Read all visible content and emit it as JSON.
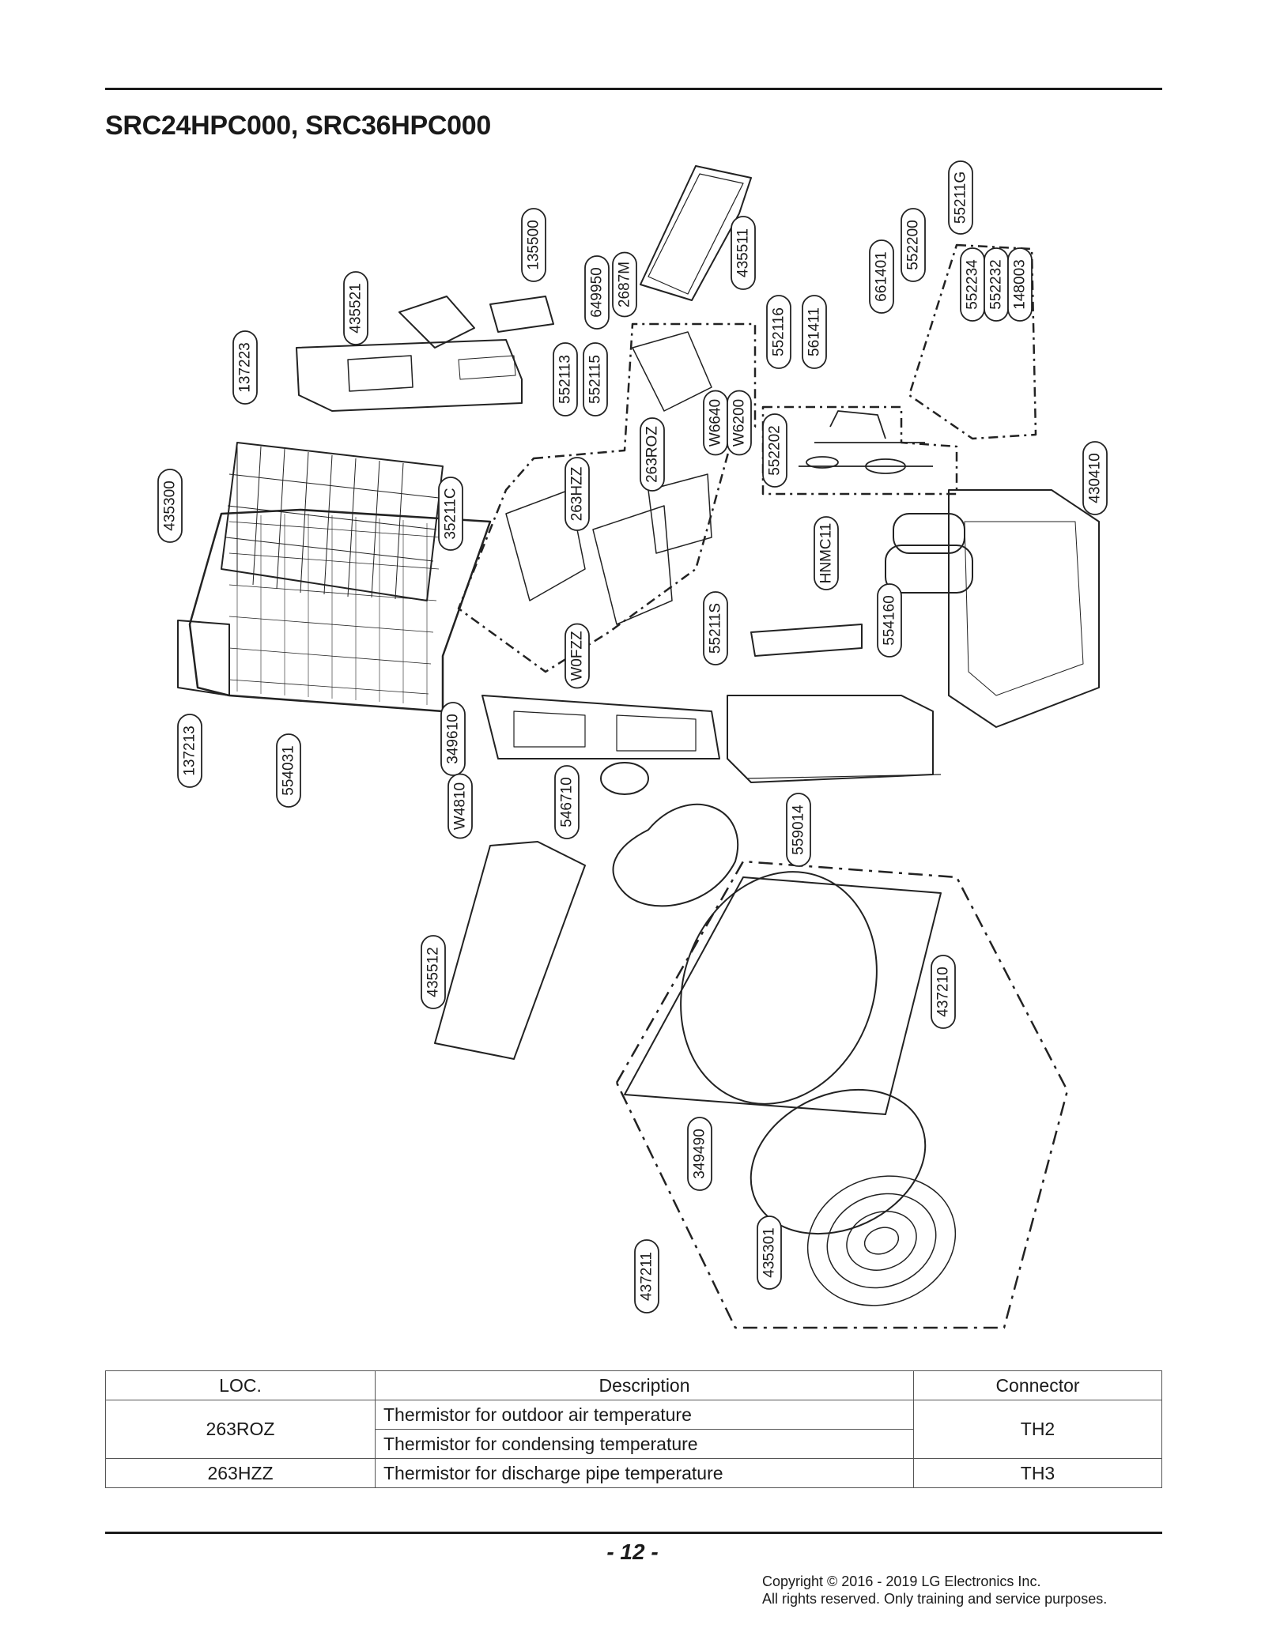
{
  "page": {
    "title": "SRC24HPC000, SRC36HPC000",
    "page_number": "- 12 -",
    "copyright_line1": "Copyright © 2016 - 2019 LG Electronics Inc.",
    "copyright_line2": "All rights reserved. Only training and service purposes."
  },
  "part_labels": [
    "55211G",
    "552200",
    "661401",
    "552234",
    "552232",
    "148003",
    "435511",
    "135500",
    "2687M",
    "649950",
    "435521",
    "137223",
    "552113",
    "552115",
    "552116",
    "561411",
    "552202",
    "W6640",
    "W6200",
    "263ROZ",
    "263HZZ",
    "35211C",
    "435300",
    "430410",
    "HNMC11",
    "554160",
    "55211S",
    "W0FZZ",
    "137213",
    "554031",
    "349610",
    "W4810",
    "546710",
    "559014",
    "435512",
    "437210",
    "349490",
    "435301",
    "437211"
  ],
  "table": {
    "headers": [
      "LOC.",
      "Description",
      "Connector"
    ],
    "rows": [
      {
        "loc": "263ROZ",
        "descriptions": [
          "Thermistor for outdoor air temperature",
          "Thermistor for condensing temperature"
        ],
        "connector": "TH2"
      },
      {
        "loc": "263HZZ",
        "descriptions": [
          "Thermistor for discharge pipe temperature"
        ],
        "connector": "TH3"
      }
    ]
  }
}
